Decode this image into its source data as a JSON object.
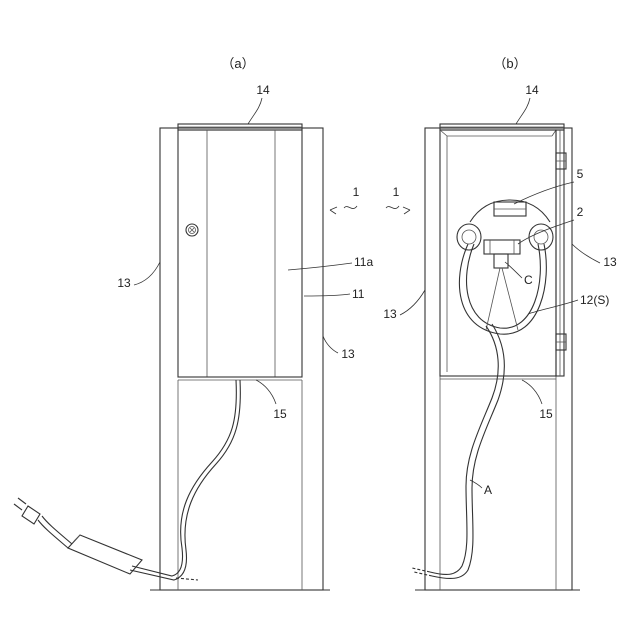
{
  "figure": {
    "panel_a": {
      "caption": "（a）",
      "labels": {
        "n14": "14",
        "n1": "1",
        "n11a": "11a",
        "n11": "11",
        "n13_left": "13",
        "n13_right": "13",
        "n15": "15"
      }
    },
    "panel_b": {
      "caption": "（b）",
      "labels": {
        "n14": "14",
        "n1": "1",
        "n5": "5",
        "n2": "2",
        "nC": "C",
        "n13_right": "13",
        "n13_left": "13",
        "n12S": "12(S)",
        "n15": "15",
        "nA": "A"
      }
    }
  }
}
